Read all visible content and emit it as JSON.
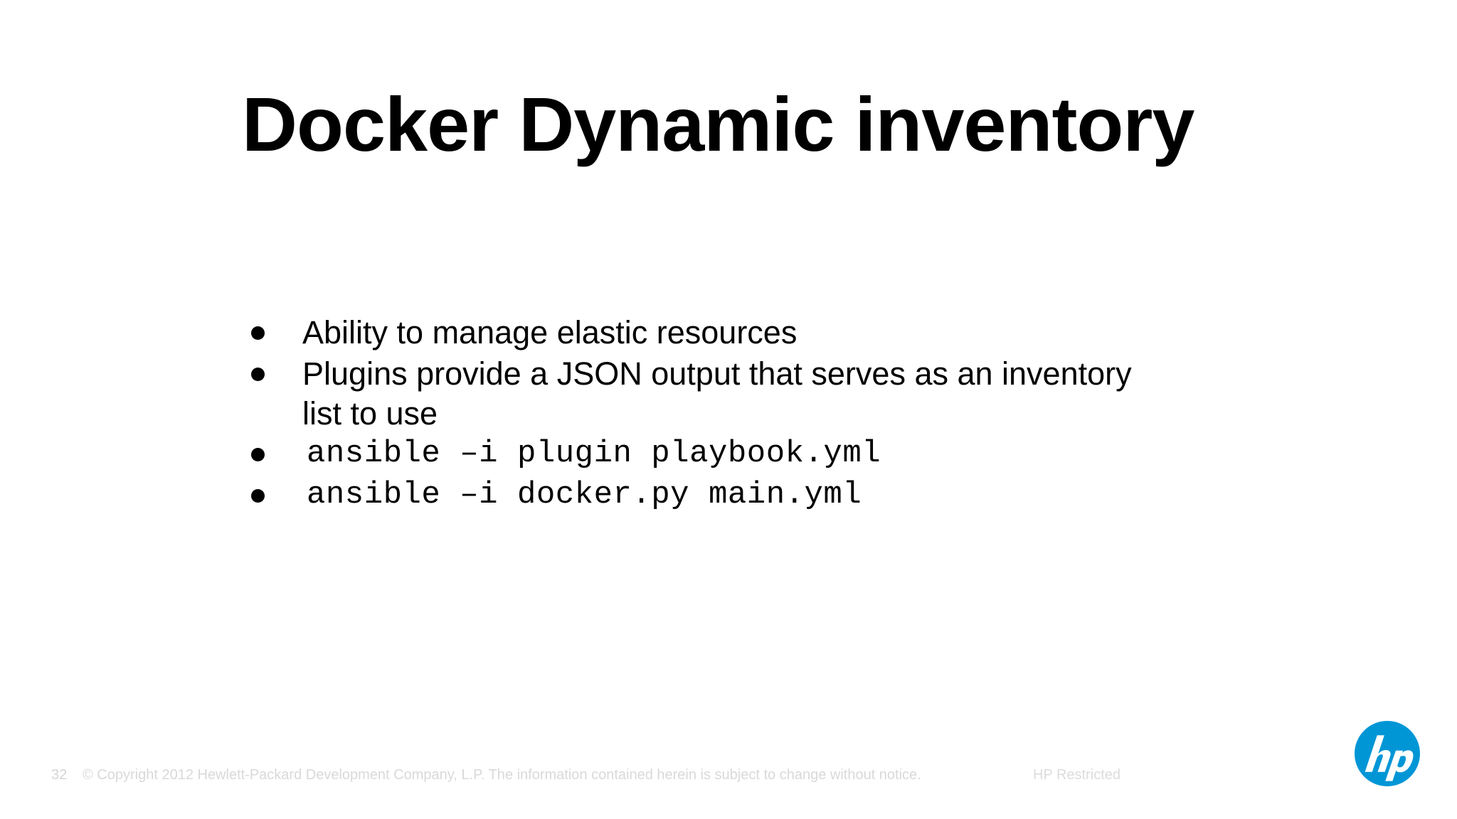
{
  "slide": {
    "title": "Docker Dynamic inventory",
    "bullets": [
      {
        "text": "Ability to manage elastic resources",
        "style": "prose"
      },
      {
        "text": "Plugins provide a JSON output that serves as an inventory list to use",
        "style": "prose"
      },
      {
        "text": "ansible –i plugin playbook.yml",
        "style": "code"
      },
      {
        "text": "ansible –i docker.py main.yml",
        "style": "code"
      }
    ]
  },
  "footer": {
    "page_number": "32",
    "copyright": "© Copyright 2012 Hewlett-Packard Development Company, L.P.  The information contained herein is subject to change without notice.",
    "classification": "HP Restricted"
  },
  "branding": {
    "logo_name": "hp",
    "logo_color": "#0096D6",
    "logo_mark_color": "#FFFFFF"
  },
  "theme": {
    "background": "#FFFFFF",
    "text_color": "#000000",
    "footer_text_color": "#D9D9D9",
    "bullet_color": "#000000"
  }
}
